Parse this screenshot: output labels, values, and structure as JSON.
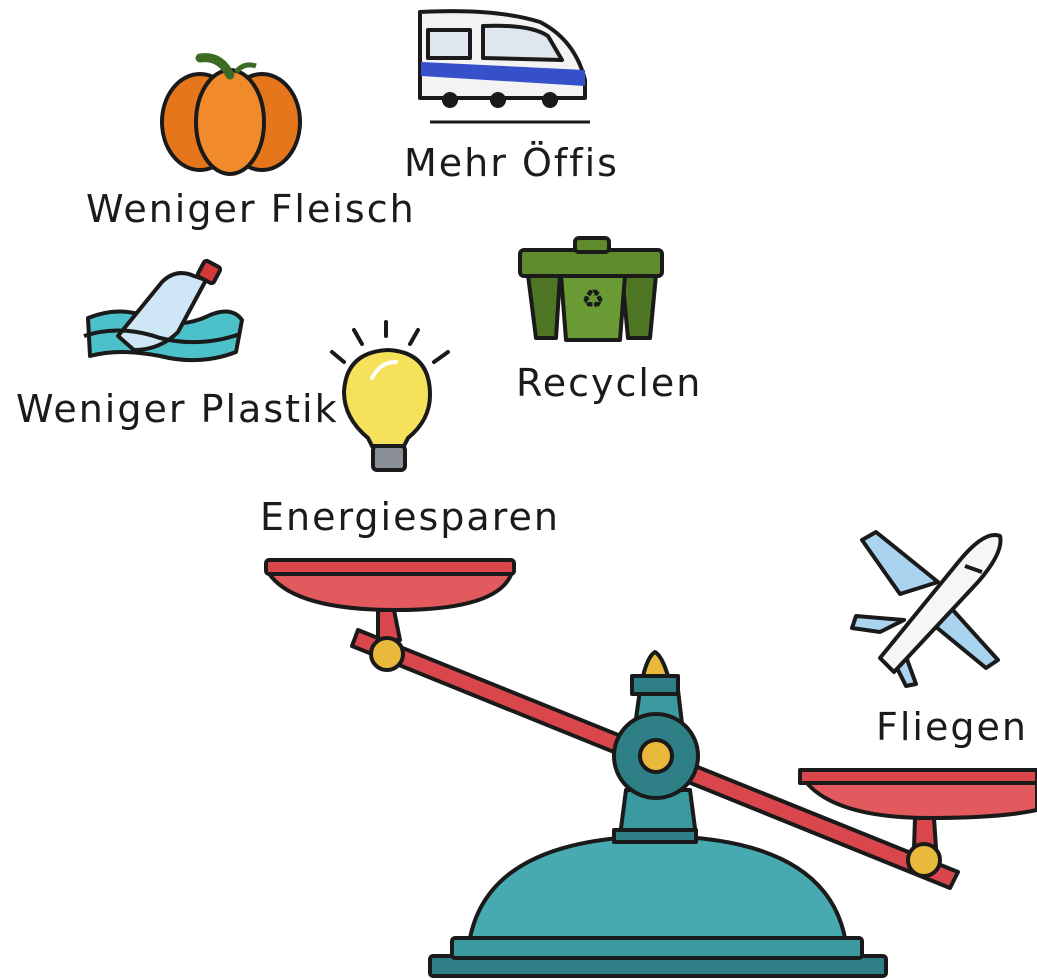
{
  "labels": {
    "meat": "Weniger Fleisch",
    "transit": "Mehr Öffis",
    "plastic": "Weniger Plastik",
    "recycle": "Recyclen",
    "energy": "Energiesparen",
    "flying": "Fliegen"
  },
  "icons": {
    "meat": "pumpkin-icon",
    "transit": "train-icon",
    "plastic": "plastic-bottle-icon",
    "recycle": "recycling-bin-icon",
    "energy": "light-bulb-icon",
    "flying": "airplane-icon",
    "scale": "balance-scale-icon"
  },
  "colors": {
    "scale_body": "#3a9aa0",
    "scale_pans": "#e35a5e",
    "beam": "#d9474c",
    "brass": "#e8b93a",
    "pumpkin": "#f08a2a",
    "bin": "#5f8a2e",
    "bulb": "#f6e25a",
    "water": "#4cc1c9",
    "plane": "#a9d3ef",
    "train_stripe": "#3550c8"
  }
}
